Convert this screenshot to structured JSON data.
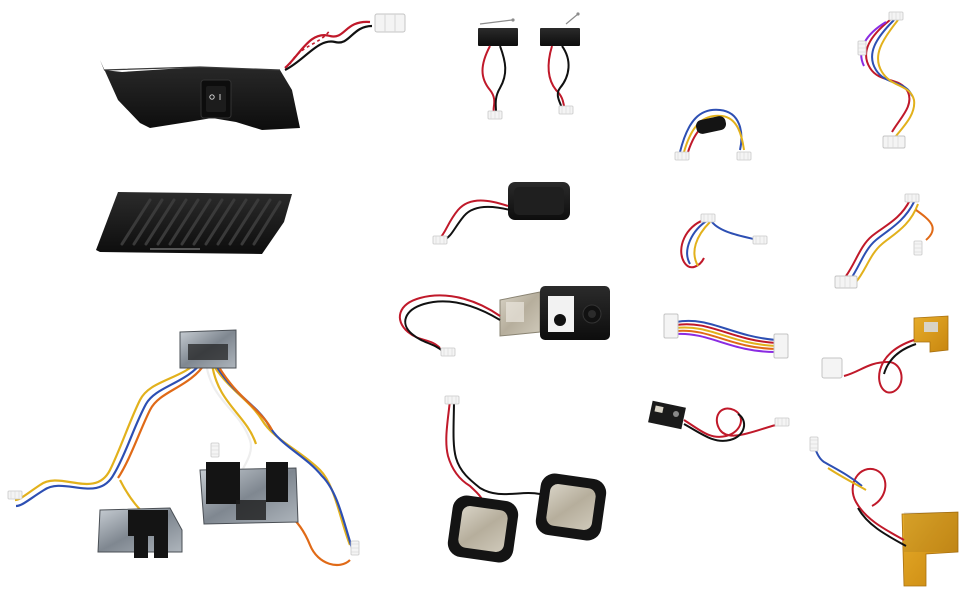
{
  "photo": {
    "background": "#ffffff",
    "palette": {
      "plastic": "#141414",
      "plastic_hi": "#2a2a2a",
      "wire_red": "#c0192a",
      "wire_black": "#111111",
      "wire_blue": "#2d4fb3",
      "wire_yellow": "#e2b11c",
      "wire_orange": "#e06a17",
      "wire_white": "#eeeeee",
      "connector": "#f2f2f2",
      "pcb_gold": "#d89a1a",
      "pcb_black": "#1a1a1a",
      "metal": "#bdb7a8",
      "clear_plastic": "#9aa3ad"
    },
    "parts": [
      {
        "id": "switch-panel",
        "icon": "rocker-switch-panel"
      },
      {
        "id": "grille-panel",
        "icon": "vent-grille"
      },
      {
        "id": "bumper-sensor-harness",
        "icon": "optical-sensor-harness"
      },
      {
        "id": "micro-switch-left",
        "icon": "micro-switch"
      },
      {
        "id": "micro-switch-right",
        "icon": "micro-switch"
      },
      {
        "id": "speaker",
        "icon": "speaker"
      },
      {
        "id": "sonar-module",
        "icon": "ultrasonic-sensor"
      },
      {
        "id": "cliff-pads",
        "icon": "sensor-pads"
      },
      {
        "id": "cable-ferrite",
        "icon": "cable-ferrite"
      },
      {
        "id": "cable-short-a",
        "icon": "cable"
      },
      {
        "id": "cable-flat",
        "icon": "ribbon-cable"
      },
      {
        "id": "ir-board-cable",
        "icon": "ir-sensor-board"
      },
      {
        "id": "cable-long-a",
        "icon": "cable"
      },
      {
        "id": "cable-long-b",
        "icon": "cable"
      },
      {
        "id": "gold-board-small",
        "icon": "pcb-sensor"
      },
      {
        "id": "gold-board-large",
        "icon": "pcb-sensor"
      }
    ]
  }
}
